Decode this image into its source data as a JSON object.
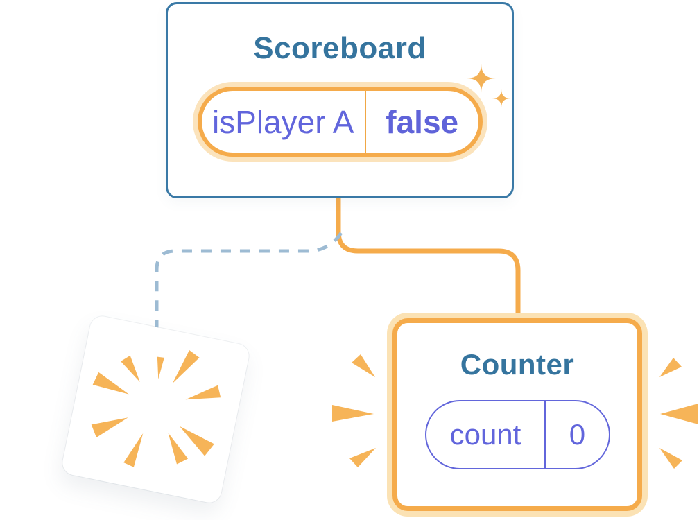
{
  "diagram": {
    "description": "React component tree state diagram: Scoreboard parent keeps state while a child component is destroyed (poof) and a new Counter child is created",
    "scoreboard": {
      "title": "Scoreboard",
      "state": {
        "label": "isPlayer A",
        "value": "false"
      }
    },
    "counter": {
      "title": "Counter",
      "state": {
        "label": "count",
        "value": "0"
      }
    },
    "connectors": {
      "solid_line_meaning": "scoreboard-to-counter",
      "dashed_line_meaning": "scoreboard-to-destroyed-component"
    },
    "icons": [
      {
        "name": "sparkle-icon",
        "shape": "four-point-stars"
      },
      {
        "name": "burst-icon",
        "shape": "radial-poof-rays"
      },
      {
        "name": "emphasis-rays-left-icon",
        "shape": "tapered-triangles"
      },
      {
        "name": "emphasis-rays-right-icon",
        "shape": "tapered-triangles"
      }
    ],
    "colors": {
      "card_border_blue": "#3A79A6",
      "title_blue": "#35749E",
      "orange": "#F5AB4B",
      "orange_pale": "#FBE2B4",
      "orange_rays": "#F6B458",
      "purple": "#6165DC",
      "dash_blue": "#9DBBD3",
      "background": "#FFFFFF"
    }
  }
}
